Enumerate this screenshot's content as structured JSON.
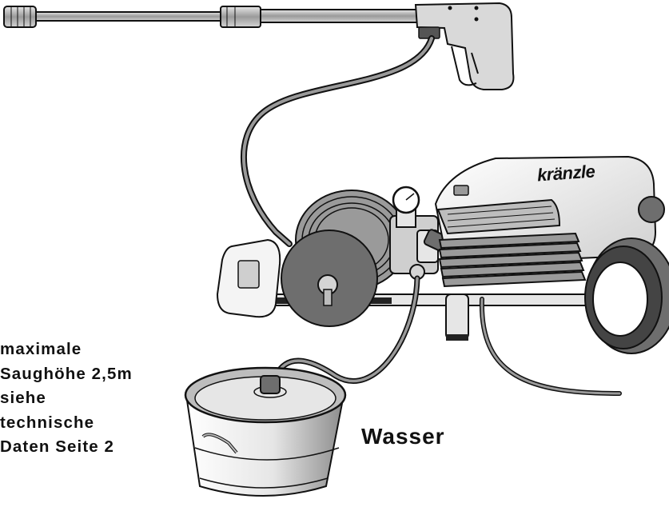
{
  "brand_logo": "kränzle",
  "suction_note": {
    "lines": [
      "maximale",
      "Saughöhe 2,5m",
      "siehe",
      "technische",
      "Daten Seite 2"
    ]
  },
  "water_label": "Wasser",
  "colors": {
    "outline": "#111111",
    "light_fill": "#f2f2f2",
    "mid_fill": "#bdbdbd",
    "dark_fill": "#6e6e6e",
    "hose": "#9a9a9a"
  }
}
